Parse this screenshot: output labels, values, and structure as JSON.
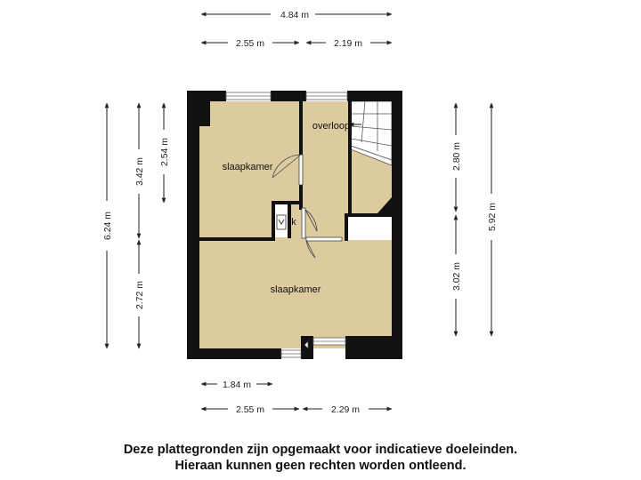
{
  "dimensions": {
    "top_total": "4.84 m",
    "top_left": "2.55 m",
    "top_right": "2.19 m",
    "bottom_inner": "1.84 m",
    "bottom_left": "2.55 m",
    "bottom_right": "2.29 m",
    "left_total": "6.24 m",
    "left_upper": "3.42 m",
    "left_lower": "2.72 m",
    "left_inner": "2.54 m",
    "right_upper": "2.80 m",
    "right_lower": "3.02 m",
    "right_total": "5.92 m"
  },
  "rooms": {
    "bedroom_top": "slaapkamer",
    "landing": "overloop",
    "closet": "k",
    "bedroom_bottom": "slaapkamer"
  },
  "disclaimer": {
    "line1": "Deze plattegronden zijn opgemaakt voor indicatieve doeleinden.",
    "line2": "Hieraan kunnen geen rechten worden ontleend."
  },
  "colors": {
    "floor": "#dccb9f",
    "wall": "#111111",
    "dimension_line": "#222222"
  }
}
